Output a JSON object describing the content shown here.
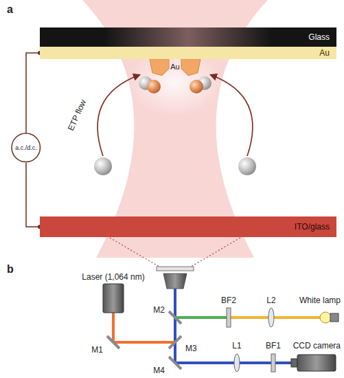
{
  "diagram": {
    "nodes": [
      {
        "text": [
          "Glass"
        ]
      },
      {
        "text": [
          "Au"
        ]
      },
      {
        "text": [
          "a.c./d.c."
        ]
      },
      {
        "text": [
          "ITO/glass"
        ]
      }
    ],
    "edges": [
      {
        "from": 2,
        "to": 1,
        "arrow": "none"
      },
      {
        "from": 2,
        "to": 3,
        "arrow": "none"
      }
    ],
    "labels": [
      "a",
      "Au",
      "ETP flow",
      "b",
      "Laser (1,064 nm)",
      "M1",
      "M2",
      "M3",
      "M4",
      "BF2",
      "L2",
      "White lamp",
      "BF1",
      "L1",
      "CCD camera"
    ]
  }
}
